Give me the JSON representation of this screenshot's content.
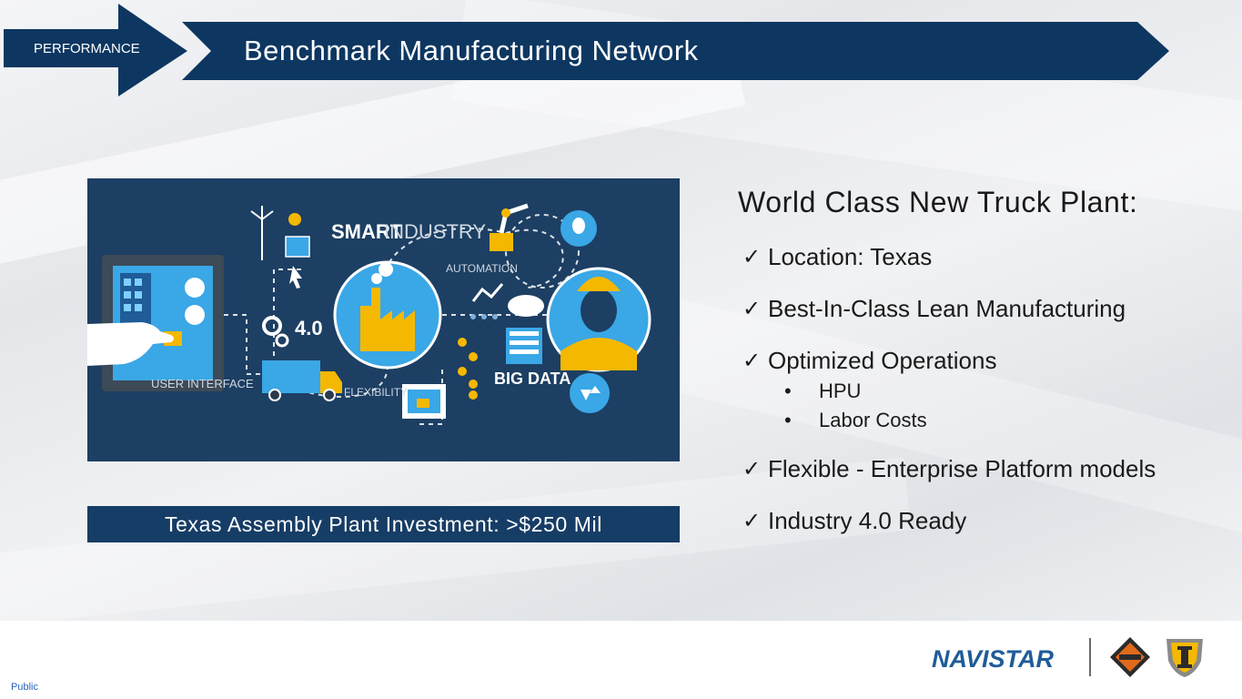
{
  "header": {
    "section_label": "PERFORMANCE",
    "title": "Benchmark Manufacturing Network"
  },
  "infographic": {
    "labels": {
      "smart": "SMART",
      "industry": "INDUSTRY",
      "automation": "AUTOMATION",
      "four_point_oh": "4.0",
      "big_data": "BIG DATA",
      "user_interface": "USER INTERFACE",
      "flexibility": "FLEXIBILITY"
    }
  },
  "caption": "Texas Assembly Plant Investment: >$250 Mil",
  "plant": {
    "heading": "World Class New Truck Plant:",
    "items": [
      "Location: Texas",
      "Best-In-Class Lean Manufacturing",
      "Optimized Operations",
      "Flexible -  Enterprise Platform models",
      "Industry 4.0 Ready"
    ],
    "sub_items": [
      "HPU",
      "Labor Costs"
    ]
  },
  "footer": {
    "classification": "Public",
    "brand": "NAVISTAR"
  },
  "colors": {
    "navy": "#0d3761",
    "infographic_bg": "#1c3f63",
    "accent_yellow": "#f5b800",
    "accent_cyan": "#3aa7e6"
  }
}
